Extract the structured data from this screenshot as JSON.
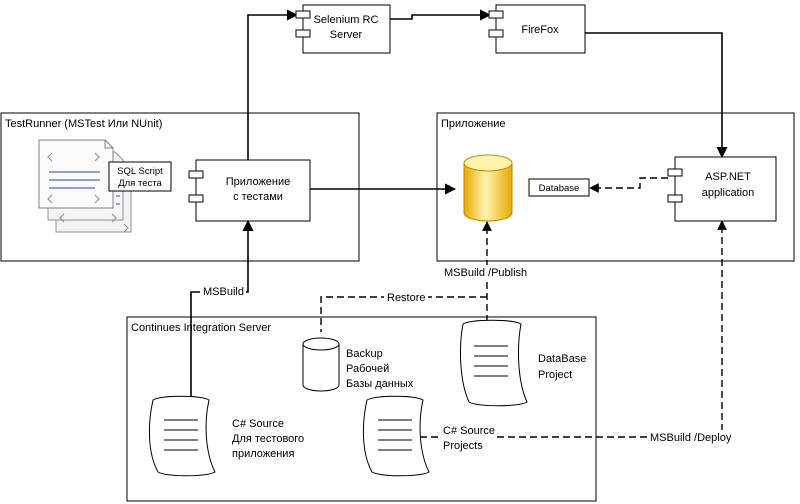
{
  "containers": {
    "testrunner": "TestRunner (MSTest Или NUnit)",
    "app": "Приложение",
    "ci": "Continues Integration Server"
  },
  "components": {
    "selenium": [
      "Selenium RC",
      "Server"
    ],
    "firefox": "FireFox",
    "test_app": [
      "Приложение",
      "с тестами"
    ],
    "aspnet": [
      "ASP.NET",
      "application"
    ]
  },
  "labels": {
    "sql_script": [
      "SQL Script",
      "Для теста"
    ],
    "database_tag": "Database",
    "backup": [
      "Backup",
      "Рабочей",
      "Базы данных"
    ],
    "database_project": [
      "DataBase",
      "Project"
    ],
    "cs_test_source": [
      "C# Source",
      "Для тестового",
      "приложения"
    ],
    "cs_projects": [
      "C# Source",
      "Projects"
    ]
  },
  "edges": {
    "msbuild": "MSBuild",
    "msbuild_publish": "MSBuild /Publish",
    "restore": "Restore",
    "msbuild_deploy": "MSBuild /Deploy"
  },
  "colors": {
    "db_fill_light": "#fff3b0",
    "db_fill_dark": "#e8a800",
    "code_blue": "#4a6fb5"
  }
}
